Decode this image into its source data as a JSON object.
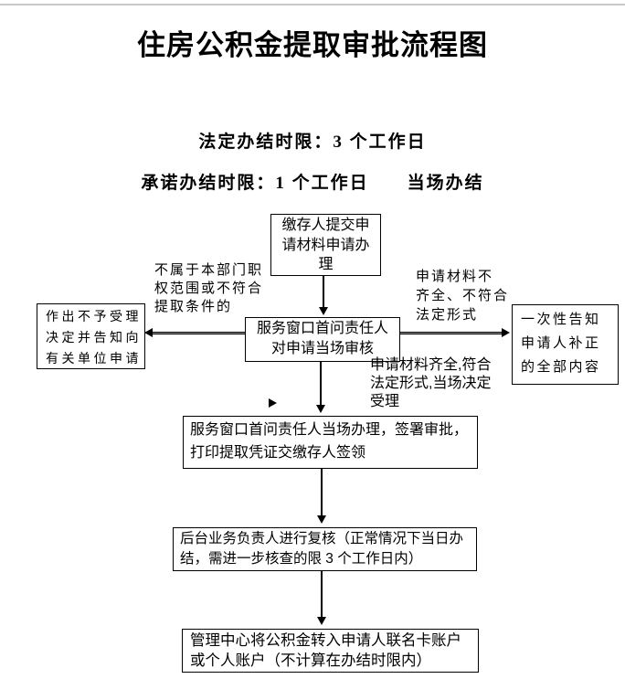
{
  "page": {
    "title": "住房公积金提取审批流程图",
    "legal_limit": "法定办结时限：3 个工作日",
    "promise_limit": "承诺办结时限：1 个工作日　　当场办结"
  },
  "nodes": {
    "submit": "缴存人提交申\n请材料申请办\n理",
    "review": "服务窗口首问责任人\n对申请当场审核",
    "reject": "作出不予受理\n决定并告知向\n有关单位申请",
    "notify": "一次性告知\n申请人补正\n的全部内容",
    "handle": "服务窗口首问责任人当场办理，签署审批，\n打印提取凭证交缴存人签领",
    "recheck": "后台业务负责人进行复核（正常情况下当日办\n结，需进一步核查的限 3 个工作日内）",
    "transfer": "管理中心将公积金转入申请人联名卡账户\n或个人账户（不计算在办结时限内）"
  },
  "labels": {
    "not_in_scope": "不属于本部门职\n权范围或不符合\n提取条件的",
    "incomplete": "申请材料不\n齐全、不符合\n法定形式",
    "complete": "申请材料齐全,符合\n法定形式,当场决定\n受理"
  },
  "colors": {
    "text": "#000000",
    "border": "#000000",
    "background": "#ffffff",
    "top_rule": "#c9c9c9"
  }
}
